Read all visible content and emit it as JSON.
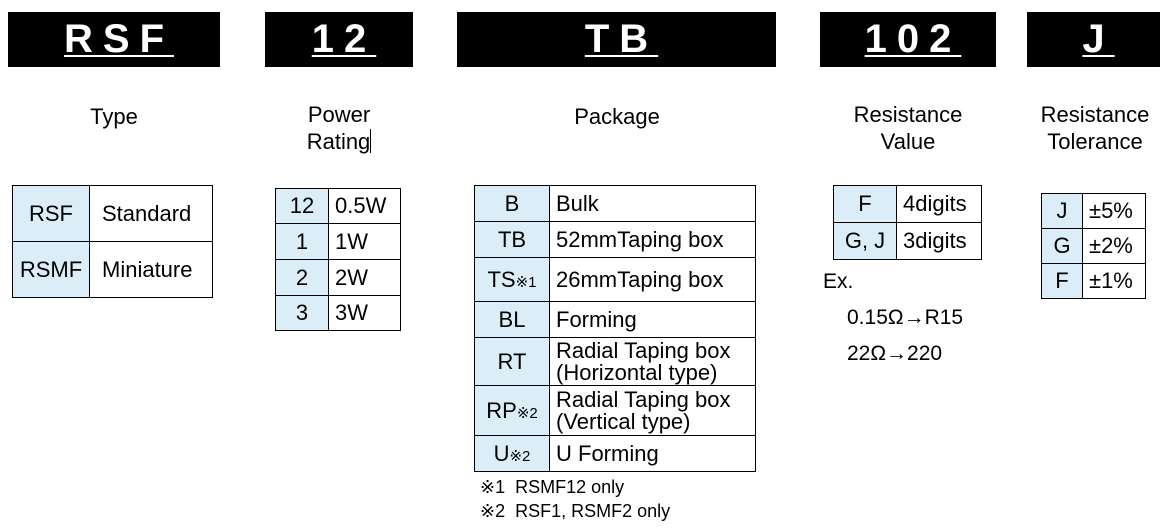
{
  "headers": {
    "type": "RSF",
    "power": "12",
    "package": "TB",
    "resistance": "102",
    "tolerance": "J"
  },
  "captions": {
    "type": "Type",
    "power_line1": "Power",
    "power_line2": "Rating",
    "package": "Package",
    "resistance_line1": "Resistance",
    "resistance_line2": "Value",
    "tolerance_line1": "Resistance",
    "tolerance_line2": "Tolerance"
  },
  "type_table": [
    {
      "code": "RSF",
      "desc": "Standard"
    },
    {
      "code": "RSMF",
      "desc": "Miniature"
    }
  ],
  "power_table": [
    {
      "code": "12",
      "desc": "0.5W"
    },
    {
      "code": "1",
      "desc": "1W"
    },
    {
      "code": "2",
      "desc": "2W"
    },
    {
      "code": "3",
      "desc": "3W"
    }
  ],
  "package_table": [
    {
      "code": "B",
      "mark": "",
      "desc": "Bulk"
    },
    {
      "code": "TB",
      "mark": "",
      "desc": "52mmTaping box"
    },
    {
      "code": "TS",
      "mark": "※1",
      "desc": "26mmTaping box"
    },
    {
      "code": "BL",
      "mark": "",
      "desc": "Forming"
    },
    {
      "code": "RT",
      "mark": "",
      "desc": "Radial Taping box",
      "desc2": "(Horizontal type)"
    },
    {
      "code": "RP",
      "mark": "※2",
      "desc": "Radial Taping box",
      "desc2": "(Vertical type)"
    },
    {
      "code": "U",
      "mark": "※2",
      "desc": "U Forming"
    }
  ],
  "package_notes": {
    "note1": "※1  RSMF12 only",
    "note2": "※2  RSF1, RSMF2 only"
  },
  "resistance_table": [
    {
      "code": "F",
      "desc": "4digits"
    },
    {
      "code": "G, J",
      "desc": "3digits"
    }
  ],
  "resistance_examples": {
    "label": "Ex.",
    "ex1": "0.15Ω→R15",
    "ex2": "22Ω→220"
  },
  "tolerance_table": [
    {
      "code": "J",
      "desc": "±5%"
    },
    {
      "code": "G",
      "desc": "±2%"
    },
    {
      "code": "F",
      "desc": "±1%"
    }
  ]
}
